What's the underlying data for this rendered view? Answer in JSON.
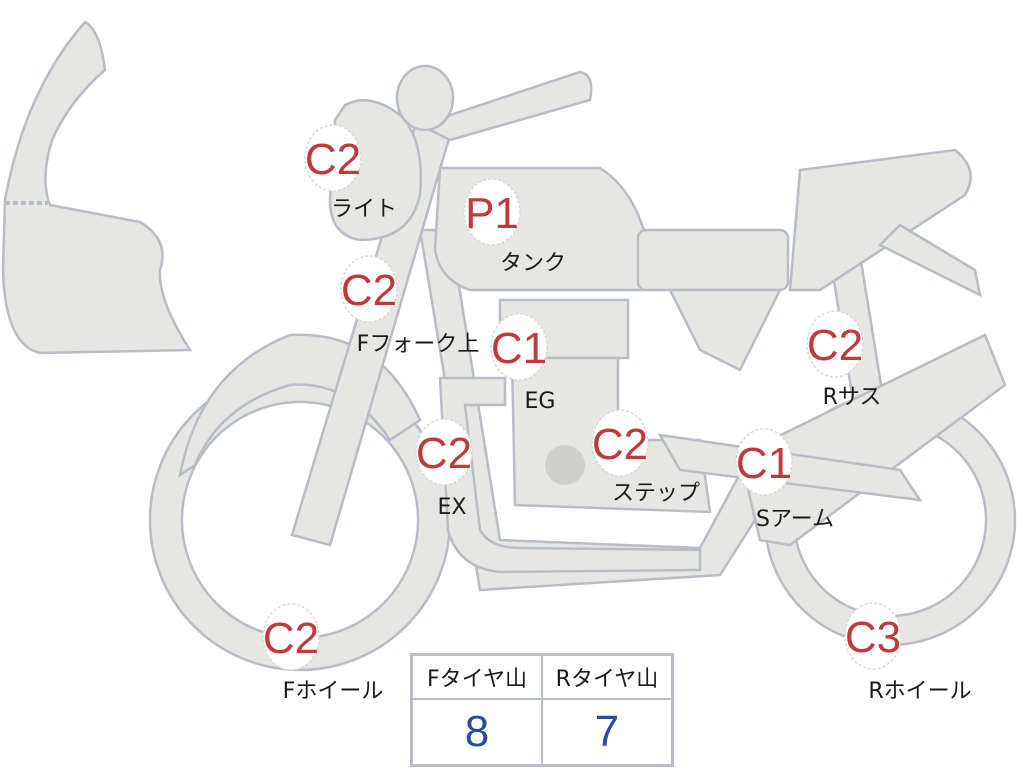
{
  "colors": {
    "code": "#c0393b",
    "value": "#2a4a9a",
    "part_fill": "#e6e6e2",
    "part_stroke": "#b7bdc8"
  },
  "parts": [
    {
      "code": "C2",
      "label": "ライト"
    },
    {
      "code": "P1",
      "label": "タンク"
    },
    {
      "code": "C2",
      "label": "Fフォーク上"
    },
    {
      "code": "C1",
      "label": "EG"
    },
    {
      "code": "C2",
      "label": "Rサス"
    },
    {
      "code": "C2",
      "label": "EX"
    },
    {
      "code": "C2",
      "label": "ステップ"
    },
    {
      "code": "C1",
      "label": "Sアーム"
    },
    {
      "code": "C2",
      "label": "Fホイール"
    },
    {
      "code": "C3",
      "label": "Rホイール"
    }
  ],
  "tire_table": {
    "headers": [
      "Fタイヤ山",
      "Rタイヤ山"
    ],
    "values": [
      "8",
      "7"
    ]
  }
}
